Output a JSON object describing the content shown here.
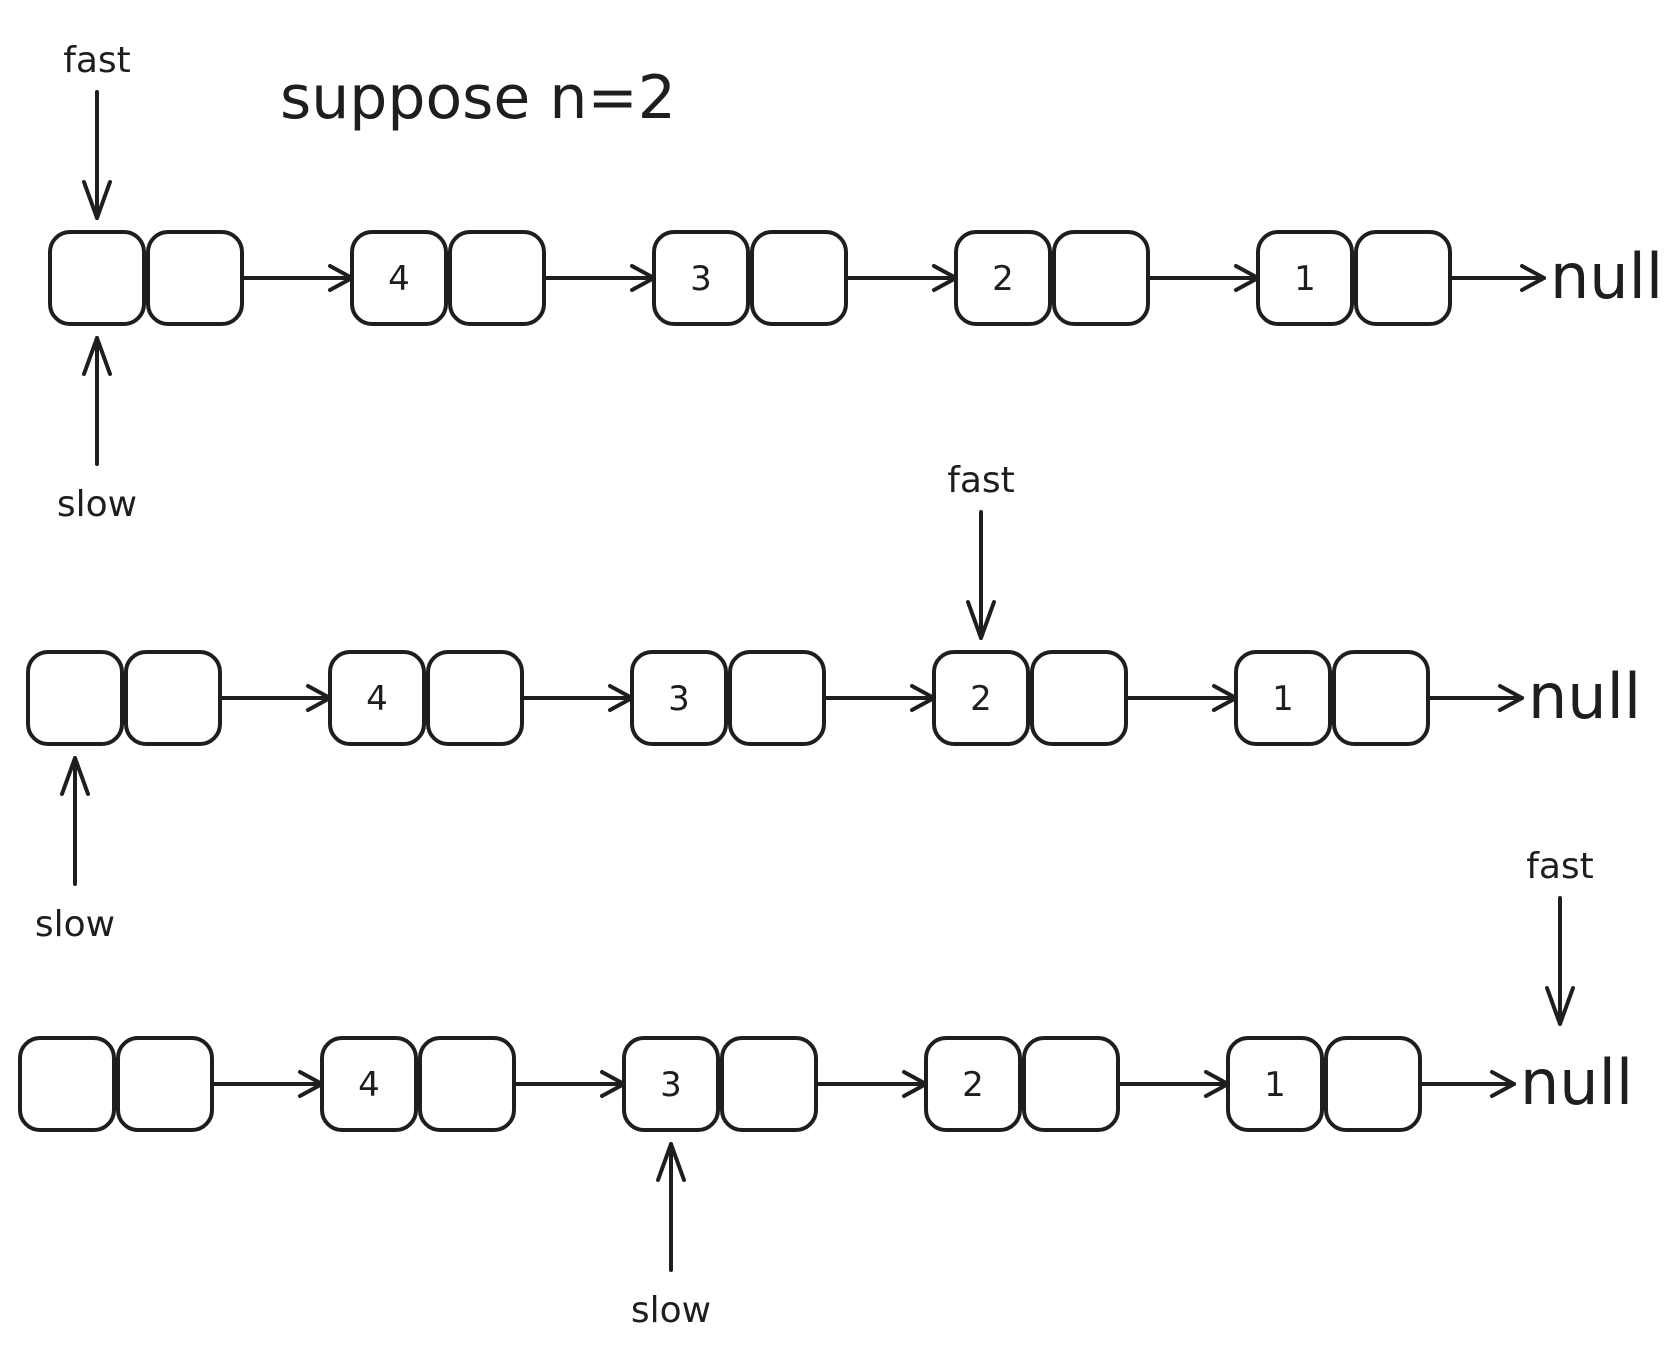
{
  "title": "suppose n=2",
  "null_label": "null",
  "fast_label": "fast",
  "slow_label": "slow",
  "colors": {
    "ink": "#1e1e1e",
    "background": "#ffffff"
  },
  "rows": [
    {
      "nodes": [
        "",
        "4",
        "3",
        "2",
        "1"
      ],
      "fast_at": 0,
      "slow_at": 0
    },
    {
      "nodes": [
        "",
        "4",
        "3",
        "2",
        "1"
      ],
      "fast_at": 3,
      "slow_at": 0
    },
    {
      "nodes": [
        "",
        "4",
        "3",
        "2",
        "1"
      ],
      "fast_at": "null",
      "slow_at": 2
    }
  ]
}
